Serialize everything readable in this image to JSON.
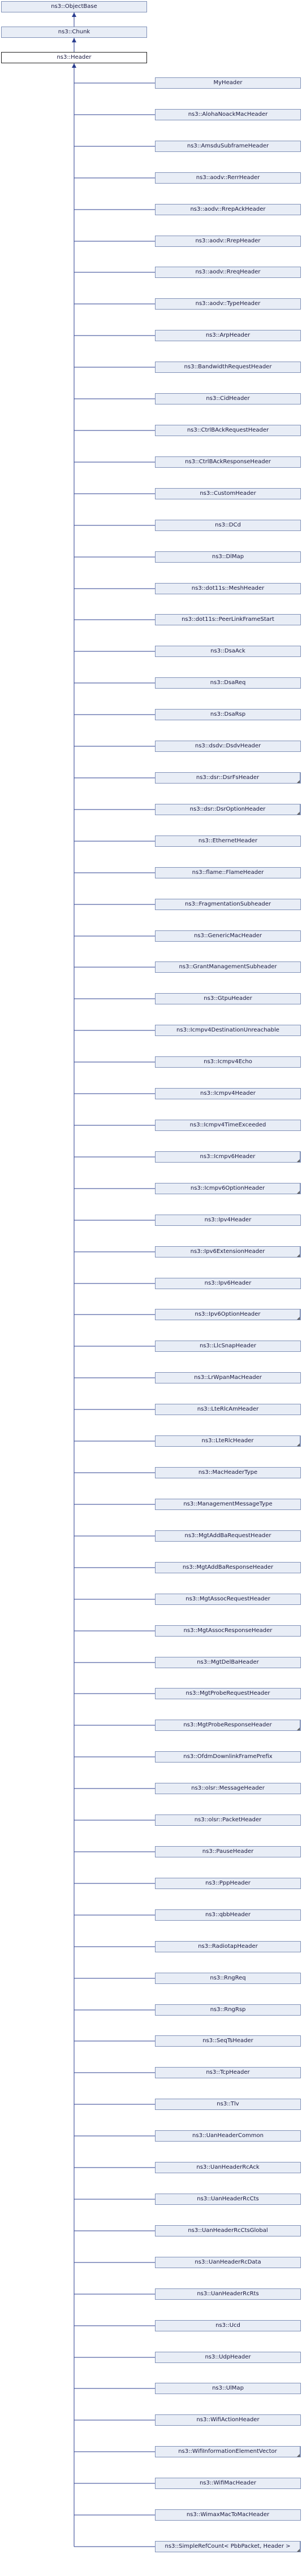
{
  "ancestors": [
    "ns3::ObjectBase",
    "ns3::Chunk"
  ],
  "current": "ns3::Header",
  "children": [
    "MyHeader",
    "ns3::AlohaNoackMacHeader",
    "ns3::AmsduSubframeHeader",
    "ns3::aodv::RerrHeader",
    "ns3::aodv::RrepAckHeader",
    "ns3::aodv::RrepHeader",
    "ns3::aodv::RreqHeader",
    "ns3::aodv::TypeHeader",
    "ns3::ArpHeader",
    "ns3::BandwidthRequestHeader",
    "ns3::CidHeader",
    "ns3::CtrlBAckRequestHeader",
    "ns3::CtrlBAckResponseHeader",
    "ns3::CustomHeader",
    "ns3::DCd",
    "ns3::DlMap",
    "ns3::dot11s::MeshHeader",
    "ns3::dot11s::PeerLinkFrameStart",
    "ns3::DsaAck",
    "ns3::DsaReq",
    "ns3::DsaRsp",
    "ns3::dsdv::DsdvHeader",
    "ns3::dsr::DsrFsHeader",
    "ns3::dsr::DsrOptionHeader",
    "ns3::EthernetHeader",
    "ns3::flame::FlameHeader",
    "ns3::FragmentationSubheader",
    "ns3::GenericMacHeader",
    "ns3::GrantManagementSubheader",
    "ns3::GtpuHeader",
    "ns3::Icmpv4DestinationUnreachable",
    "ns3::Icmpv4Echo",
    "ns3::Icmpv4Header",
    "ns3::Icmpv4TimeExceeded",
    "ns3::Icmpv6Header",
    "ns3::Icmpv6OptionHeader",
    "ns3::Ipv4Header",
    "ns3::Ipv6ExtensionHeader",
    "ns3::Ipv6Header",
    "ns3::Ipv6OptionHeader",
    "ns3::LlcSnapHeader",
    "ns3::LrWpanMacHeader",
    "ns3::LteRlcAmHeader",
    "ns3::LteRlcHeader",
    "ns3::MacHeaderType",
    "ns3::ManagementMessageType",
    "ns3::MgtAddBaRequestHeader",
    "ns3::MgtAddBaResponseHeader",
    "ns3::MgtAssocRequestHeader",
    "ns3::MgtAssocResponseHeader",
    "ns3::MgtDelBaHeader",
    "ns3::MgtProbeRequestHeader",
    "ns3::MgtProbeResponseHeader",
    "ns3::OfdmDownlinkFramePrefix",
    "ns3::olsr::MessageHeader",
    "ns3::olsr::PacketHeader",
    "ns3::PauseHeader",
    "ns3::PppHeader",
    "ns3::qbbHeader",
    "ns3::RadiotapHeader",
    "ns3::RngReq",
    "ns3::RngRsp",
    "ns3::SeqTsHeader",
    "ns3::TcpHeader",
    "ns3::Tlv",
    "ns3::UanHeaderCommon",
    "ns3::UanHeaderRcAck",
    "ns3::UanHeaderRcCts",
    "ns3::UanHeaderRcCtsGlobal",
    "ns3::UanHeaderRcData",
    "ns3::UanHeaderRcRts",
    "ns3::Ucd",
    "ns3::UdpHeader",
    "ns3::UlMap",
    "ns3::WifiActionHeader",
    "ns3::WifiInformationElementVector",
    "ns3::WifiMacHeader",
    "ns3::WimaxMacToMacHeader",
    "ns3::SimpleRefCount< PbbPacket, Header >"
  ],
  "clipped_children": [
    "ns3::dsr::DsrFsHeader",
    "ns3::dsr::DsrOptionHeader",
    "ns3::Icmpv6Header",
    "ns3::Icmpv6OptionHeader",
    "ns3::Ipv6ExtensionHeader",
    "ns3::Ipv6OptionHeader",
    "ns3::LteRlcHeader",
    "ns3::MgtProbeResponseHeader",
    "ns3::WifiInformationElementVector",
    "ns3::SimpleRefCount< PbbPacket, Header >"
  ]
}
